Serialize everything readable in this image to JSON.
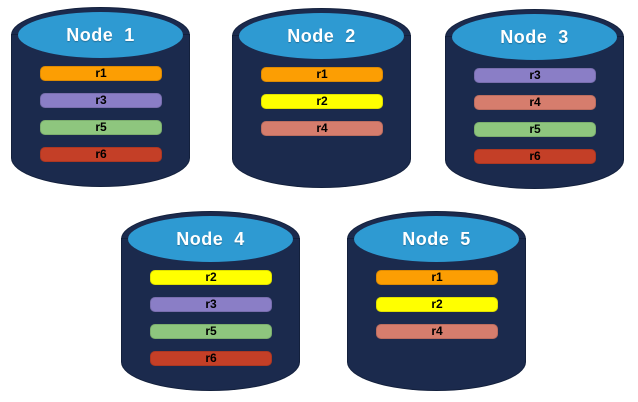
{
  "background_color": "#ffffff",
  "palette": {
    "cylinder_body": "#1B2A4D",
    "cylinder_top_face": "#2E9AD2",
    "node_label_color": "#ffffff",
    "replica_label_color": "#000000",
    "r1": "#FC9E03",
    "r2": "#FFFF00",
    "r3": "#8A7EC6",
    "r4": "#D67D6D",
    "r5": "#8EC67E",
    "r6": "#C43F27"
  },
  "nodes": [
    {
      "label": "Node  1",
      "replicas": [
        {
          "label": "r1",
          "color": "#FC9E03"
        },
        {
          "label": "r3",
          "color": "#8A7EC6"
        },
        {
          "label": "r5",
          "color": "#8EC67E"
        },
        {
          "label": "r6",
          "color": "#C43F27"
        }
      ]
    },
    {
      "label": "Node  2",
      "replicas": [
        {
          "label": "r1",
          "color": "#FC9E03"
        },
        {
          "label": "r2",
          "color": "#FFFF00"
        },
        {
          "label": "r4",
          "color": "#D67D6D"
        }
      ]
    },
    {
      "label": "Node  3",
      "replicas": [
        {
          "label": "r3",
          "color": "#8A7EC6"
        },
        {
          "label": "r4",
          "color": "#D67D6D"
        },
        {
          "label": "r5",
          "color": "#8EC67E"
        },
        {
          "label": "r6",
          "color": "#C43F27"
        }
      ]
    },
    {
      "label": "Node  4",
      "replicas": [
        {
          "label": "r2",
          "color": "#FFFF00"
        },
        {
          "label": "r3",
          "color": "#8A7EC6"
        },
        {
          "label": "r5",
          "color": "#8EC67E"
        },
        {
          "label": "r6",
          "color": "#C43F27"
        }
      ]
    },
    {
      "label": "Node  5",
      "replicas": [
        {
          "label": "r1",
          "color": "#FC9E03"
        },
        {
          "label": "r2",
          "color": "#FFFF00"
        },
        {
          "label": "r4",
          "color": "#D67D6D"
        }
      ]
    }
  ]
}
